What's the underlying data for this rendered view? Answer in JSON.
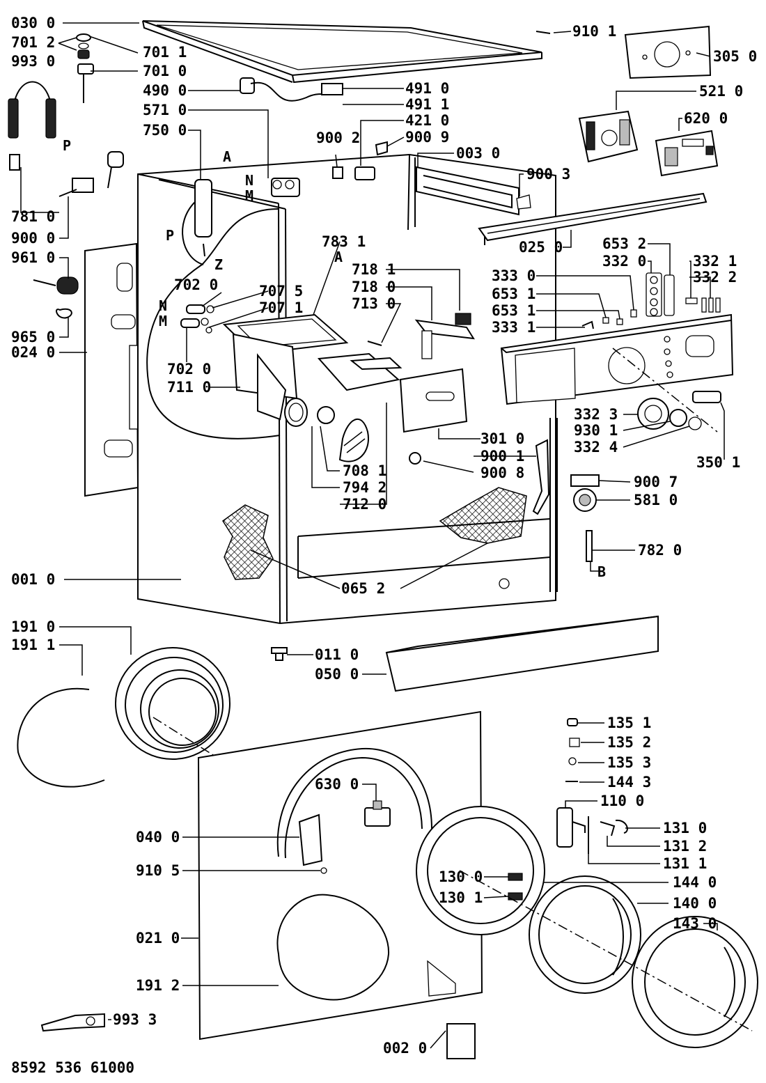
{
  "document_code": "8592 536 61000",
  "letters": {
    "top_a": "A",
    "hose_p": "P",
    "valve_n": "N",
    "valve_m": "M",
    "filter_p": "P",
    "hose_z": "Z",
    "tube_a": "A",
    "nozzle_n": "N",
    "nozzle_m": "M",
    "part_b": "B"
  },
  "labels": [
    {
      "id": "l-030-0",
      "text": "030 0"
    },
    {
      "id": "l-701-2",
      "text": "701 2"
    },
    {
      "id": "l-993-0",
      "text": "993 0"
    },
    {
      "id": "l-701-1",
      "text": "701 1"
    },
    {
      "id": "l-701-0",
      "text": "701 0"
    },
    {
      "id": "l-490-0",
      "text": "490 0"
    },
    {
      "id": "l-571-0",
      "text": "571 0"
    },
    {
      "id": "l-750-0",
      "text": "750 0"
    },
    {
      "id": "l-781-0",
      "text": "781 0"
    },
    {
      "id": "l-900-0",
      "text": "900 0"
    },
    {
      "id": "l-961-0",
      "text": "961 0"
    },
    {
      "id": "l-965-0",
      "text": "965 0"
    },
    {
      "id": "l-024-0",
      "text": "024 0"
    },
    {
      "id": "l-702-0a",
      "text": "702 0"
    },
    {
      "id": "l-707-5",
      "text": "707 5"
    },
    {
      "id": "l-707-1",
      "text": "707 1"
    },
    {
      "id": "l-702-0b",
      "text": "702 0"
    },
    {
      "id": "l-711-0",
      "text": "711 0"
    },
    {
      "id": "l-783-1",
      "text": "783 1"
    },
    {
      "id": "l-718-1",
      "text": "718 1"
    },
    {
      "id": "l-718-0",
      "text": "718 0"
    },
    {
      "id": "l-713-0",
      "text": "713 0"
    },
    {
      "id": "l-708-1",
      "text": "708 1"
    },
    {
      "id": "l-794-2",
      "text": "794 2"
    },
    {
      "id": "l-712-0",
      "text": "712 0"
    },
    {
      "id": "l-301-0",
      "text": "301 0"
    },
    {
      "id": "l-900-1",
      "text": "900 1"
    },
    {
      "id": "l-900-8",
      "text": "900 8"
    },
    {
      "id": "l-001-0",
      "text": "001 0"
    },
    {
      "id": "l-065-2",
      "text": "065 2"
    },
    {
      "id": "l-910-1",
      "text": "910 1"
    },
    {
      "id": "l-305-0",
      "text": "305 0"
    },
    {
      "id": "l-491-0",
      "text": "491 0"
    },
    {
      "id": "l-491-1",
      "text": "491 1"
    },
    {
      "id": "l-421-0",
      "text": "421 0"
    },
    {
      "id": "l-900-2",
      "text": "900 2"
    },
    {
      "id": "l-900-9",
      "text": "900 9"
    },
    {
      "id": "l-521-0",
      "text": "521 0"
    },
    {
      "id": "l-620-0",
      "text": "620 0"
    },
    {
      "id": "l-003-0",
      "text": "003 0"
    },
    {
      "id": "l-900-3",
      "text": "900 3"
    },
    {
      "id": "l-025-0",
      "text": "025 0"
    },
    {
      "id": "l-653-2",
      "text": "653 2"
    },
    {
      "id": "l-332-0",
      "text": "332 0"
    },
    {
      "id": "l-332-1",
      "text": "332 1"
    },
    {
      "id": "l-332-2",
      "text": "332 2"
    },
    {
      "id": "l-333-0",
      "text": "333 0"
    },
    {
      "id": "l-653-1a",
      "text": "653 1"
    },
    {
      "id": "l-653-1b",
      "text": "653 1"
    },
    {
      "id": "l-333-1",
      "text": "333 1"
    },
    {
      "id": "l-332-3",
      "text": "332 3"
    },
    {
      "id": "l-930-1",
      "text": "930 1"
    },
    {
      "id": "l-332-4",
      "text": "332 4"
    },
    {
      "id": "l-350-1",
      "text": "350 1"
    },
    {
      "id": "l-900-7",
      "text": "900 7"
    },
    {
      "id": "l-581-0",
      "text": "581 0"
    },
    {
      "id": "l-782-0",
      "text": "782 0"
    },
    {
      "id": "l-191-0",
      "text": "191 0"
    },
    {
      "id": "l-191-1",
      "text": "191 1"
    },
    {
      "id": "l-011-0",
      "text": "011 0"
    },
    {
      "id": "l-050-0",
      "text": "050 0"
    },
    {
      "id": "l-135-1",
      "text": "135 1"
    },
    {
      "id": "l-135-2",
      "text": "135 2"
    },
    {
      "id": "l-135-3",
      "text": "135 3"
    },
    {
      "id": "l-144-3",
      "text": "144 3"
    },
    {
      "id": "l-110-0",
      "text": "110 0"
    },
    {
      "id": "l-131-0",
      "text": "131 0"
    },
    {
      "id": "l-131-2",
      "text": "131 2"
    },
    {
      "id": "l-131-1",
      "text": "131 1"
    },
    {
      "id": "l-630-0",
      "text": "630 0"
    },
    {
      "id": "l-040-0",
      "text": "040 0"
    },
    {
      "id": "l-910-5",
      "text": "910 5"
    },
    {
      "id": "l-130-0",
      "text": "130 0"
    },
    {
      "id": "l-130-1",
      "text": "130 1"
    },
    {
      "id": "l-144-0",
      "text": "144 0"
    },
    {
      "id": "l-140-0",
      "text": "140 0"
    },
    {
      "id": "l-143-0",
      "text": "143 0"
    },
    {
      "id": "l-021-0",
      "text": "021 0"
    },
    {
      "id": "l-191-2",
      "text": "191 2"
    },
    {
      "id": "l-993-3",
      "text": "993 3"
    },
    {
      "id": "l-002-0",
      "text": "002 0"
    }
  ]
}
